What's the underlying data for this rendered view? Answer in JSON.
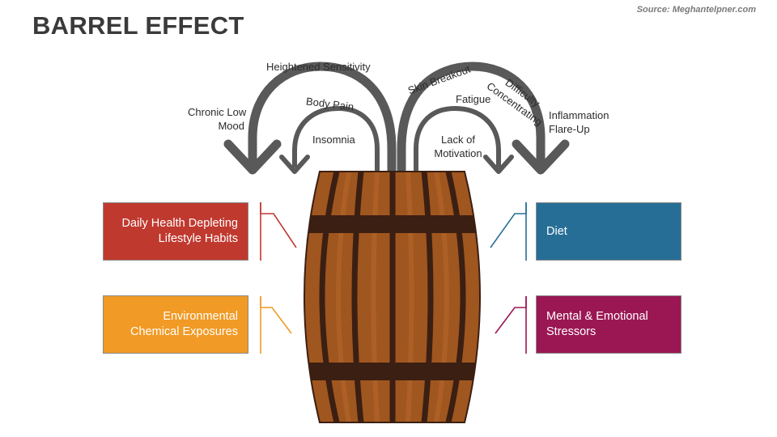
{
  "title": "BARREL EFFECT",
  "source": "Source: Meghantelpner.com",
  "effects": {
    "chronic_low_mood": "Chronic Low\nMood",
    "heightened_sensitivity": "Heightened Sensitivity",
    "body_pain": "Body Pain",
    "insomnia": "Insomnia",
    "skin_breakout": "Skin Breakout",
    "difficulty_concentrating": "Difficulty\nConcentrating",
    "fatigue": "Fatigue",
    "lack_of_motivation": "Lack of\nMotivation",
    "inflammation_flare_up": "Inflammation\nFlare-Up"
  },
  "causes": {
    "daily_health": "Daily Health Depleting\nLifestyle Habits",
    "environmental": "Environmental\nChemical Exposures",
    "diet": "Diet",
    "mental_emotional": "Mental & Emotional\nStressors"
  },
  "colors": {
    "daily_health": "#c0392f",
    "environmental": "#f19a25",
    "diet": "#276e96",
    "mental_emotional": "#9b1754",
    "barrel_wood": "#a0561f",
    "barrel_hoop": "#3b1f12",
    "arrow": "#595959"
  }
}
